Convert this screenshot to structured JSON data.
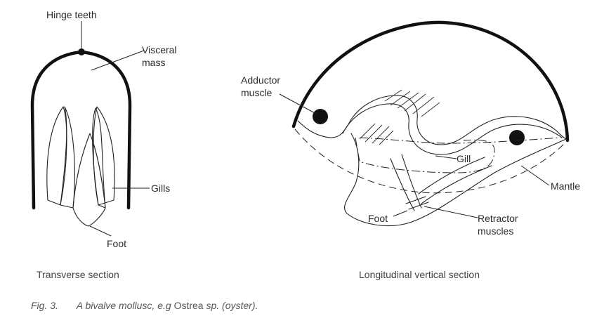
{
  "labels": {
    "hinge_teeth": "Hinge teeth",
    "visceral_1": "Visceral",
    "visceral_2": "mass",
    "gills": "Gills",
    "foot_left": "Foot",
    "adductor_1": "Adductor",
    "adductor_2": "muscle",
    "gill": "Gill",
    "mantle": "Mantle",
    "foot_right": "Foot",
    "retractor_1": "Retractor",
    "retractor_2": "muscles"
  },
  "captions": {
    "left": "Transverse section",
    "right": "Longitudinal vertical section"
  },
  "figure_caption": {
    "number": "Fig. 3.",
    "text_italic": "A bivalve mollusc, e.g ",
    "genus": "Ostrea",
    "text_tail": " sp. (oyster)."
  }
}
